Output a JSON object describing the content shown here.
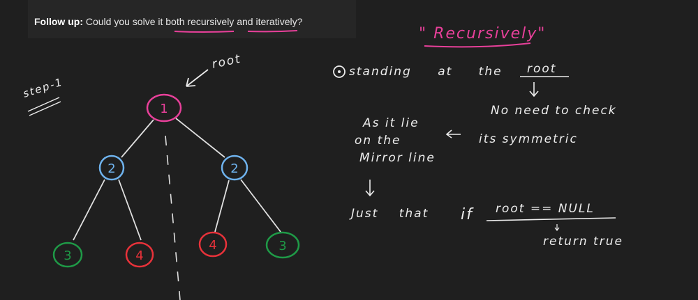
{
  "problem": {
    "label": "Follow up:",
    "text_before": "Could you solve it both ",
    "link1": "recursively",
    "text_mid": " and ",
    "link2": "iteratively?"
  },
  "heading": "\" Recursively\"",
  "step_label": "step-1",
  "root_label": "root",
  "tree": {
    "root": "1",
    "level2": [
      "2",
      "2"
    ],
    "leaves": [
      "3",
      "4",
      "4",
      "3"
    ]
  },
  "notes": {
    "line1_a": "standing at the",
    "line1_b": "root",
    "left_1": "As it lie",
    "left_2": "on the",
    "left_3": "Mirror line",
    "right_1": "No need to check",
    "right_2": "its symmetric",
    "just": "Just that",
    "if": "if",
    "cond": "root == NULL",
    "ret": "return true"
  },
  "colors": {
    "pink": "#e8409a",
    "blue": "#6fb3ee",
    "red": "#e8323a",
    "green": "#1f9a47"
  }
}
